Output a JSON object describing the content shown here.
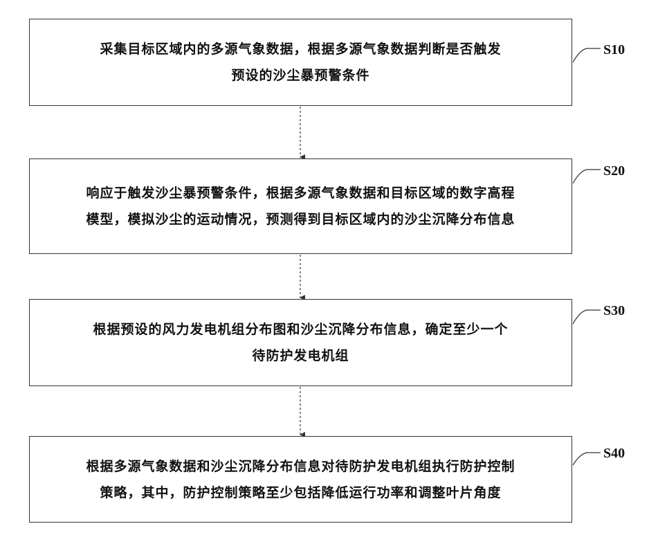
{
  "steps": [
    {
      "id": "S10",
      "lines": [
        "采集目标区域内的多源气象数据，根据多源气象数据判断是否触发",
        "预设的沙尘暴预警条件"
      ]
    },
    {
      "id": "S20",
      "lines": [
        "响应于触发沙尘暴预警条件，根据多源气象数据和目标区域的数字高程",
        "模型，模拟沙尘的运动情况，预测得到目标区域内的沙尘沉降分布信息"
      ]
    },
    {
      "id": "S30",
      "lines": [
        "根据预设的风力发电机组分布图和沙尘沉降分布信息，确定至少一个",
        "待防护发电机组"
      ]
    },
    {
      "id": "S40",
      "lines": [
        "根据多源气象数据和沙尘沉降分布信息对待防护发电机组执行防护控制",
        "策略，其中，防护控制策略至少包括降低运行功率和调整叶片角度"
      ]
    }
  ],
  "colors": {
    "line": "#333333",
    "text": "#111111",
    "background": "#ffffff"
  }
}
